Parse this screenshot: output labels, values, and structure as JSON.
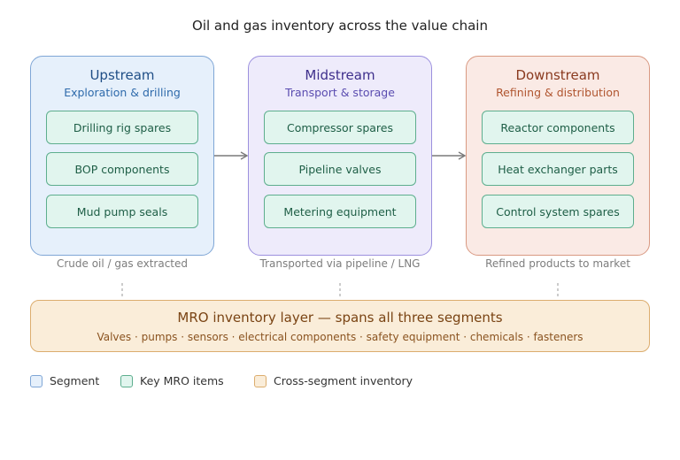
{
  "title": "Oil and gas inventory across the value chain",
  "segments": [
    {
      "name": "Upstream",
      "subtitle": "Exploration & drilling",
      "items": [
        "Drilling rig spares",
        "BOP components",
        "Mud pump seals"
      ],
      "caption": "Crude oil / gas extracted",
      "bg": "#e6f0fb",
      "border": "#7fa6d6",
      "name_color": "#1f4e86",
      "sub_color": "#2e6aab"
    },
    {
      "name": "Midstream",
      "subtitle": "Transport & storage",
      "items": [
        "Compressor spares",
        "Pipeline valves",
        "Metering equipment"
      ],
      "caption": "Transported via pipeline / LNG",
      "bg": "#eeebfb",
      "border": "#9c90de",
      "name_color": "#3e2f8c",
      "sub_color": "#5a4cb0"
    },
    {
      "name": "Downstream",
      "subtitle": "Refining & distribution",
      "items": [
        "Reactor components",
        "Heat exchanger parts",
        "Control system spares"
      ],
      "caption": "Refined products to market",
      "bg": "#faeae5",
      "border": "#d99982",
      "name_color": "#8a3a1f",
      "sub_color": "#b0552f"
    }
  ],
  "mro": {
    "title": "MRO inventory layer — spans all three segments",
    "subtitle": "Valves · pumps · sensors · electrical components · safety equipment · chemicals · fasteners",
    "bg": "#faedd9",
    "border": "#dcad6e"
  },
  "legend": [
    {
      "label": "Segment",
      "fill": "#e6f0fb",
      "border": "#7fa6d6"
    },
    {
      "label": "Key MRO items",
      "fill": "#e1f5ee",
      "border": "#5dae8e"
    },
    {
      "label": "Cross-segment inventory",
      "fill": "#faedd9",
      "border": "#dcad6e"
    }
  ]
}
